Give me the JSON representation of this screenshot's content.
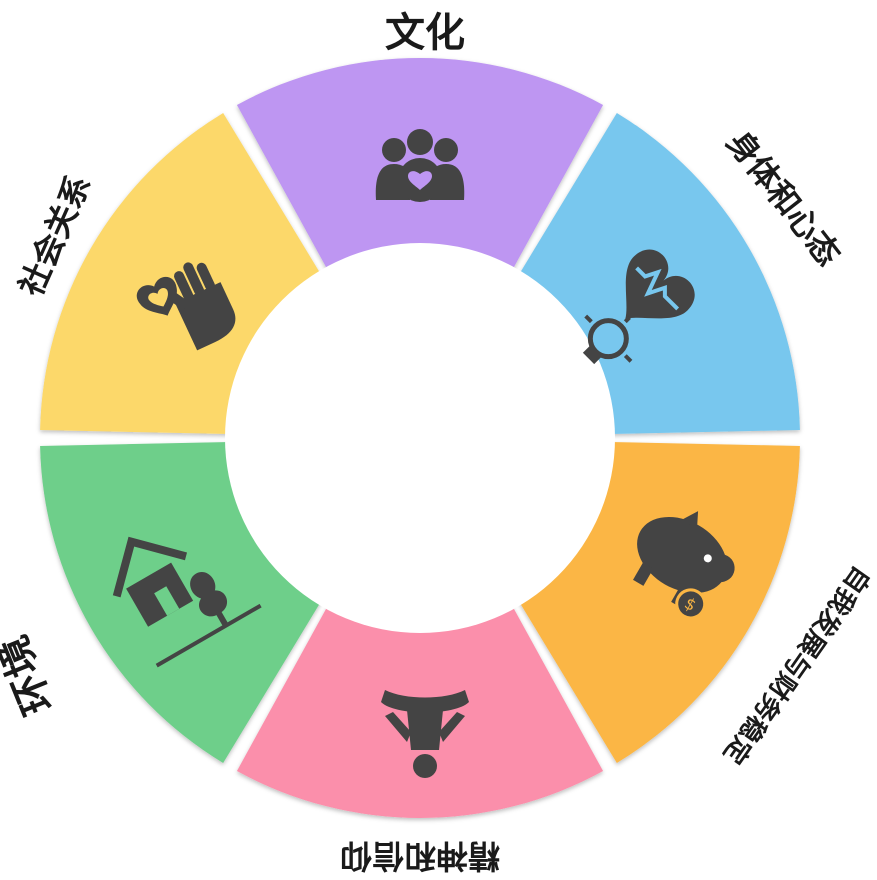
{
  "segments": [
    {
      "id": "culture",
      "label": "文化",
      "color": "#BE96F2",
      "icon": "family-heart-icon"
    },
    {
      "id": "health",
      "label": "身体和心态",
      "color": "#78C7EE",
      "icon": "heart-lightbulb-icon"
    },
    {
      "id": "finance",
      "label": "自我发展与财务稳定",
      "color": "#FBB644",
      "icon": "piggy-bank-icon"
    },
    {
      "id": "spirit",
      "label": "精神和信仰",
      "color": "#FB8FAB",
      "icon": "meditation-icon"
    },
    {
      "id": "environment",
      "label": "环境",
      "color": "#6ECF8A",
      "icon": "house-tree-icon"
    },
    {
      "id": "social",
      "label": "社会关系",
      "color": "#FCD86A",
      "icon": "hand-heart-icon"
    }
  ],
  "icon_color": "#444444"
}
